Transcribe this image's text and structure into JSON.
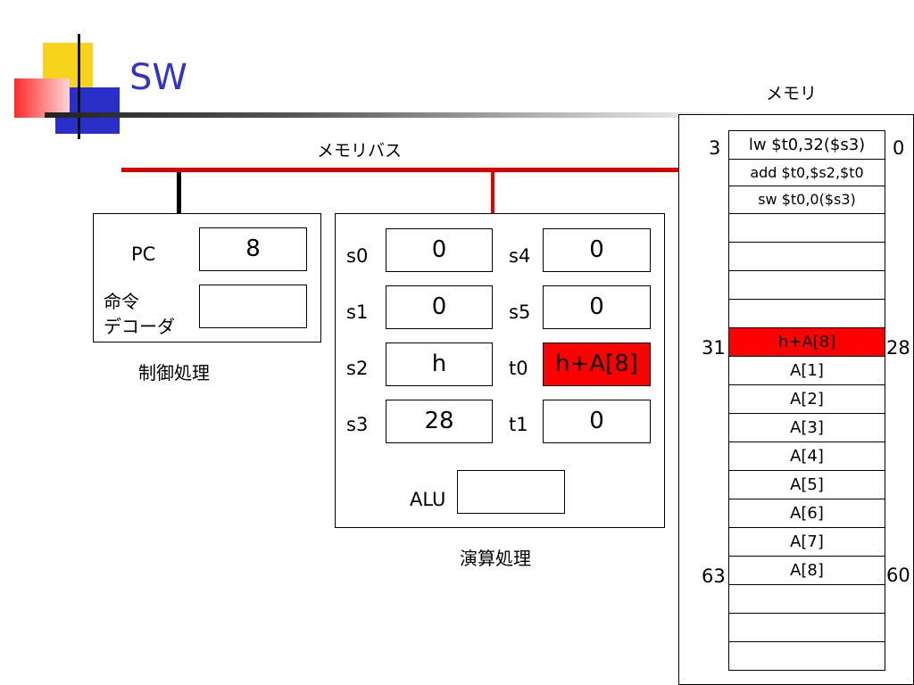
{
  "slide_title": "SW",
  "colors": {
    "bus": "#e00000",
    "highlight": "#ff0000",
    "title": "#3333cc"
  },
  "memory_bus_label": "メモリバス",
  "memory_label": "メモリ",
  "control": {
    "pc_label": "PC",
    "pc_value": "8",
    "decoder_label_line1": "命令",
    "decoder_label_line2": "デコーダ",
    "decoder_value": "",
    "caption": "制御処理"
  },
  "alu_unit": {
    "caption": "演算処理",
    "alu_label": "ALU",
    "alu_value": "",
    "registers": [
      {
        "name": "s0",
        "value": "0"
      },
      {
        "name": "s1",
        "value": "0"
      },
      {
        "name": "s2",
        "value": "h"
      },
      {
        "name": "s3",
        "value": "28"
      },
      {
        "name": "s4",
        "value": "0"
      },
      {
        "name": "s5",
        "value": "0"
      },
      {
        "name": "t0",
        "value": "h+A[8]"
      },
      {
        "name": "t1",
        "value": "0"
      }
    ]
  },
  "memory": {
    "cells": [
      "lw $t0,32($s3)",
      "add $t0,$s2,$t0",
      "sw $t0,0($s3)",
      "",
      "",
      "",
      "",
      "h+A[8]",
      "A[1]",
      "A[2]",
      "A[3]",
      "A[4]",
      "A[5]",
      "A[6]",
      "A[7]",
      "A[8]",
      "",
      "",
      ""
    ],
    "addresses": {
      "left_top": "3",
      "right_top": "0",
      "left_mid": "31",
      "right_mid": "28",
      "left_low": "63",
      "right_low": "60"
    }
  }
}
